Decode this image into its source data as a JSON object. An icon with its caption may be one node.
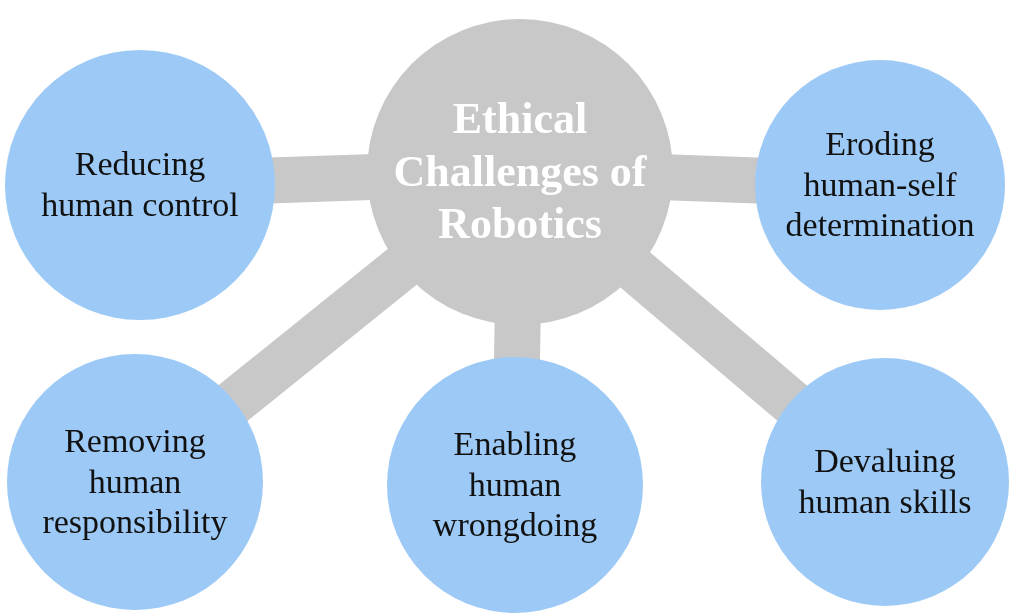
{
  "diagram": {
    "nodes": [
      {
        "text": [
          "Ethical Challenges of Robotics"
        ]
      },
      {
        "text": [
          "Reducing human control"
        ]
      },
      {
        "text": [
          "Eroding human-self determination"
        ]
      },
      {
        "text": [
          "Removing human responsibility"
        ]
      },
      {
        "text": [
          "Enabling human wrongdoing"
        ]
      },
      {
        "text": [
          "Devaluing human skills"
        ]
      }
    ],
    "edges": [
      {
        "from": 0,
        "to": 1,
        "arrow": "none"
      },
      {
        "from": 0,
        "to": 2,
        "arrow": "none"
      },
      {
        "from": 0,
        "to": 3,
        "arrow": "none"
      },
      {
        "from": 0,
        "to": 4,
        "arrow": "none"
      },
      {
        "from": 0,
        "to": 5,
        "arrow": "none"
      }
    ]
  }
}
